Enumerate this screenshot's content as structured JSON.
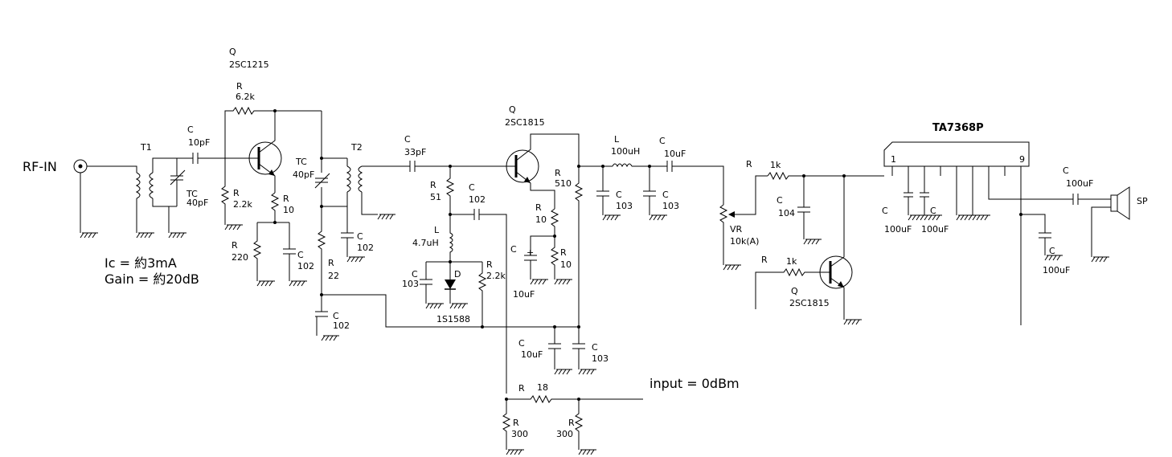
{
  "labels": {
    "rf_in": "RF-IN",
    "t1": "T1",
    "t2": "T2",
    "c_input": "C",
    "c_input_val": "10pF",
    "tc1": "TC",
    "tc1_val": "40pF",
    "q1": "Q",
    "q1_part": "2SC1215",
    "r_fb": "R",
    "r_fb_val": "6.2k",
    "r_bias": "R",
    "r_bias_val": "2.2k",
    "r_em": "R",
    "r_em_val": "10",
    "r_220": "R",
    "r_220_val": "220",
    "c_em": "C",
    "c_em_val": "102",
    "tc2": "TC",
    "tc2_val": "40pF",
    "c_t2": "C",
    "c_t2_val": "102",
    "r_22": "R",
    "r_22_val": "22",
    "c_dec": "C",
    "c_dec_val": "102",
    "note_ic": "Ic  =  約3mA",
    "note_gain": "Gain  =  約20dB",
    "c_33": "C",
    "c_33_val": "33pF",
    "r_51": "R",
    "r_51_val": "51",
    "c_102b": "C",
    "c_102b_val": "102",
    "l_47": "L",
    "l_47_val": "4.7uH",
    "c_103a": "C",
    "c_103a_val": "103",
    "d": "D",
    "d_part": "1S1588",
    "r_22k2": "R",
    "r_22k2_val": "2.2k",
    "q2": "Q",
    "q2_part": "2SC1815",
    "r_510": "R",
    "r_510_val": "510",
    "r_10a": "R",
    "r_10a_val": "10",
    "r_10b": "R",
    "r_10b_val": "10",
    "c_10uf_em": "C",
    "c_10uf_em_val": "10uF",
    "c_10uf_b": "C",
    "c_10uf_b_val": "10uF",
    "c_103b": "C",
    "c_103b_val": "103",
    "l_100": "L",
    "l_100_val": "100uH",
    "c_103c": "C",
    "c_103c_val": "103",
    "c_103d": "C",
    "c_103d_val": "103",
    "c_10uf_out": "C",
    "c_10uf_out_val": "10uF",
    "r_18": "R",
    "r_18_val": "18",
    "r_300a": "R",
    "r_300a_val": "300",
    "r_300b": "R",
    "r_300b_val": "300",
    "input_note": "input = 0dBm",
    "vr": "VR",
    "vr_val": "10k(A)",
    "r_1k_a": "R",
    "r_1k_a_val": "1k",
    "c_104": "C",
    "c_104_val": "104",
    "r_1k_b": "R",
    "r_1k_b_val": "1k",
    "q3": "Q",
    "q3_part": "2SC1815",
    "ic": "TA7368P",
    "pin1": "1",
    "pin9": "9",
    "c_100a": "C",
    "c_100a_val": "100uF",
    "c_100b": "C",
    "c_100b_val": "100uF",
    "c_100c": "C",
    "c_100c_val": "100uF",
    "c_100d": "C",
    "c_100d_val": "100uF",
    "sp": "SP"
  }
}
